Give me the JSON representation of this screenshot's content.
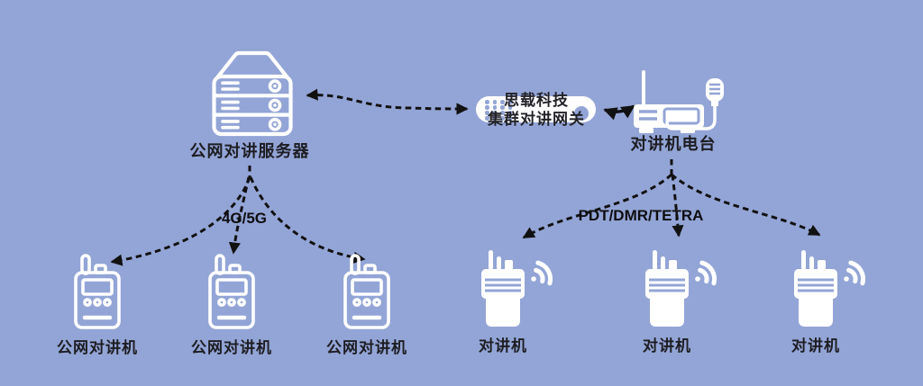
{
  "palette": {
    "background": "#93a5d6",
    "icon_white": "#ffffff",
    "line_black": "#111111",
    "text_dark": "#1d1d22"
  },
  "server": {
    "label": "公网对讲服务器"
  },
  "gateway": {
    "name_line1": "思载科技",
    "name_line2": "集群对讲网关"
  },
  "station": {
    "label": "对讲机电台"
  },
  "links": {
    "left_tech": "4G/5G",
    "right_tech": "PDT/DMR/TETRA"
  },
  "left_devices": [
    {
      "label": "公网对讲机"
    },
    {
      "label": "公网对讲机"
    },
    {
      "label": "公网对讲机"
    }
  ],
  "right_devices": [
    {
      "label": "对讲机"
    },
    {
      "label": "对讲机"
    },
    {
      "label": "对讲机"
    }
  ]
}
